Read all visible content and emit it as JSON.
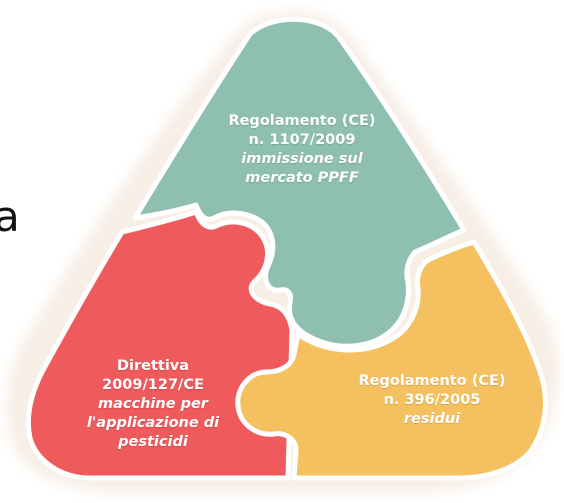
{
  "edge_fragment": "a",
  "colors": {
    "top_piece": "#8fbfb0",
    "left_piece": "#ef5a5d",
    "right_piece": "#f5c05f",
    "halo": "#f7eee6",
    "text": "#ffffff"
  },
  "pieces": [
    {
      "id": "top",
      "lines": [
        "Regolamento (CE)",
        "n. 1107/2009"
      ],
      "subtitle_lines": [
        "immissione sul",
        "mercato PPFF"
      ]
    },
    {
      "id": "left",
      "lines": [
        "Direttiva",
        "2009/127/CE"
      ],
      "subtitle_lines": [
        "macchine per",
        "l'applicazione di",
        "pesticidi"
      ]
    },
    {
      "id": "right",
      "lines": [
        "Regolamento (CE)",
        "n. 396/2005"
      ],
      "subtitle_lines": [
        "residui"
      ]
    }
  ]
}
